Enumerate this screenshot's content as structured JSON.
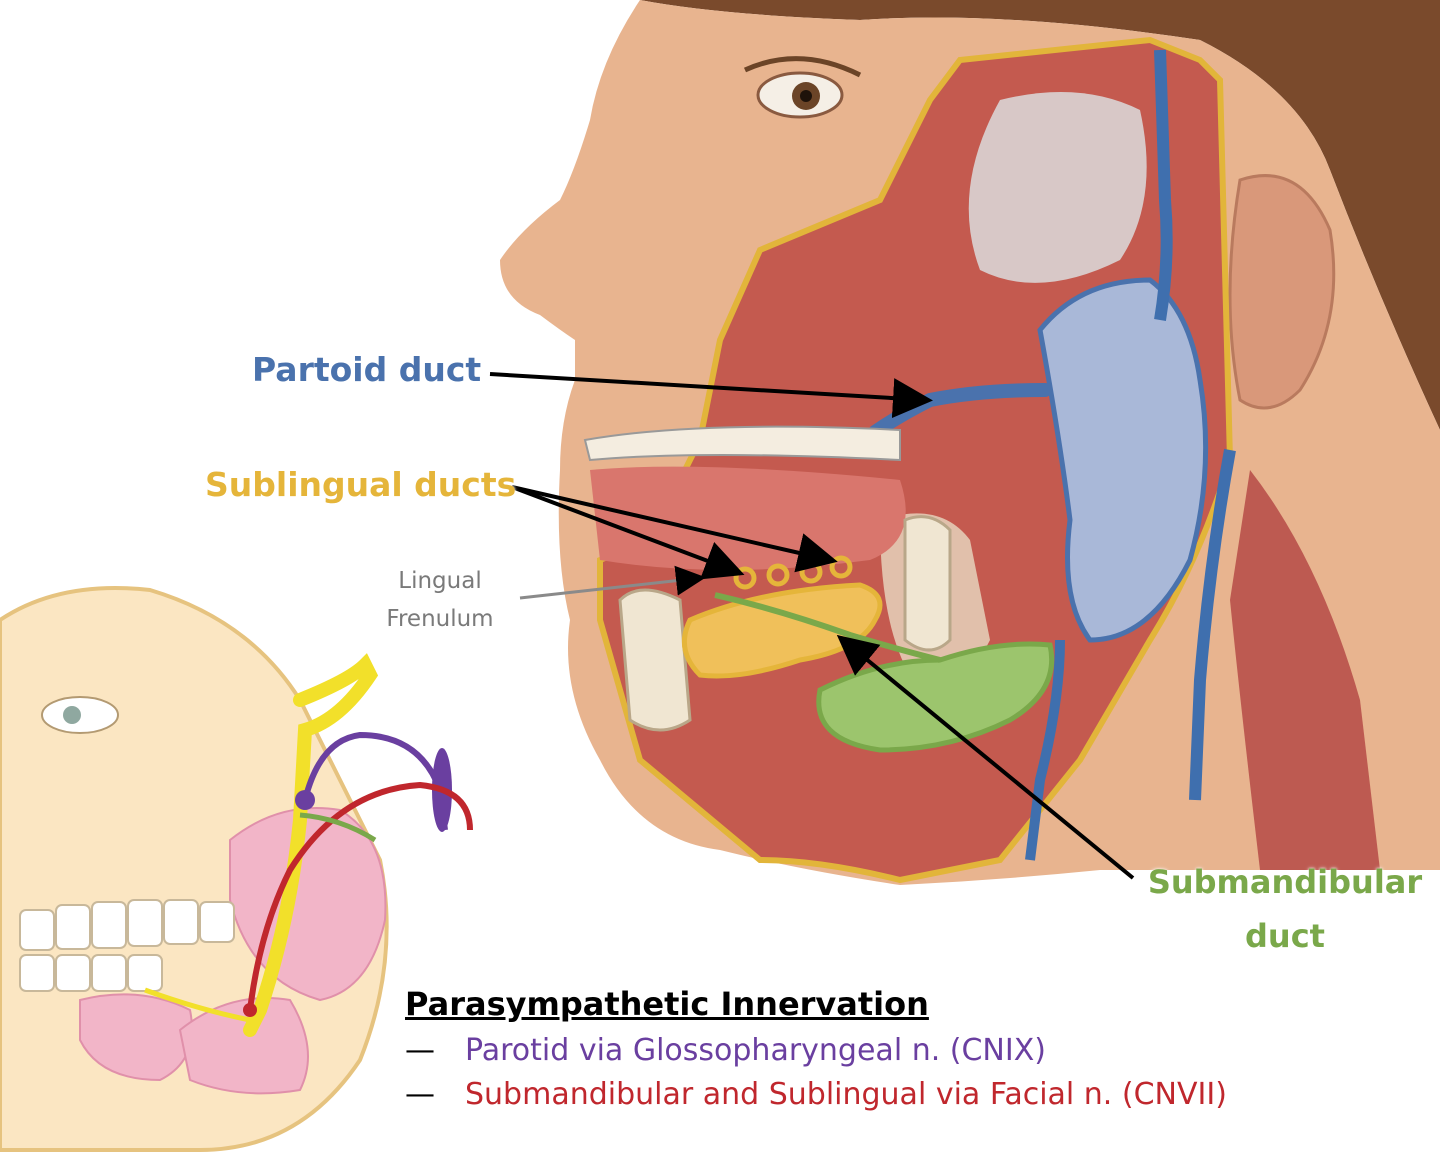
{
  "labels": {
    "parotid_duct": "Partoid duct",
    "sublingual_ducts": "Sublingual ducts",
    "lingual_frenulum_line1": "Lingual",
    "lingual_frenulum_line2": "Frenulum",
    "submandibular_line1": "Submandibular",
    "submandibular_line2": "duct"
  },
  "legend": {
    "title": "Parasympathetic Innervation",
    "items": [
      {
        "dash": "—",
        "text": "Parotid via Glossopharyngeal n. (CNIX)"
      },
      {
        "dash": "—",
        "text": "Submandibular and Sublingual via Facial n. (CNVII)"
      }
    ]
  },
  "colors": {
    "parotid": "#4a72ad",
    "sublingual": "#e5b53a",
    "submandibular": "#7aa84a",
    "frenulum": "#7a7a7a",
    "glossopharyngeal": "#6a3fa0",
    "facial": "#c0272d",
    "nerve_trunk": "#f2e02a",
    "skin": "#e8b48f",
    "muscle": "#c45a4f",
    "gland_parotid": "#a9b8d8",
    "gland_submandibular": "#9cc56d",
    "gland_sublingual": "#f0c05a",
    "salivary_pink": "#f2b5c8"
  }
}
